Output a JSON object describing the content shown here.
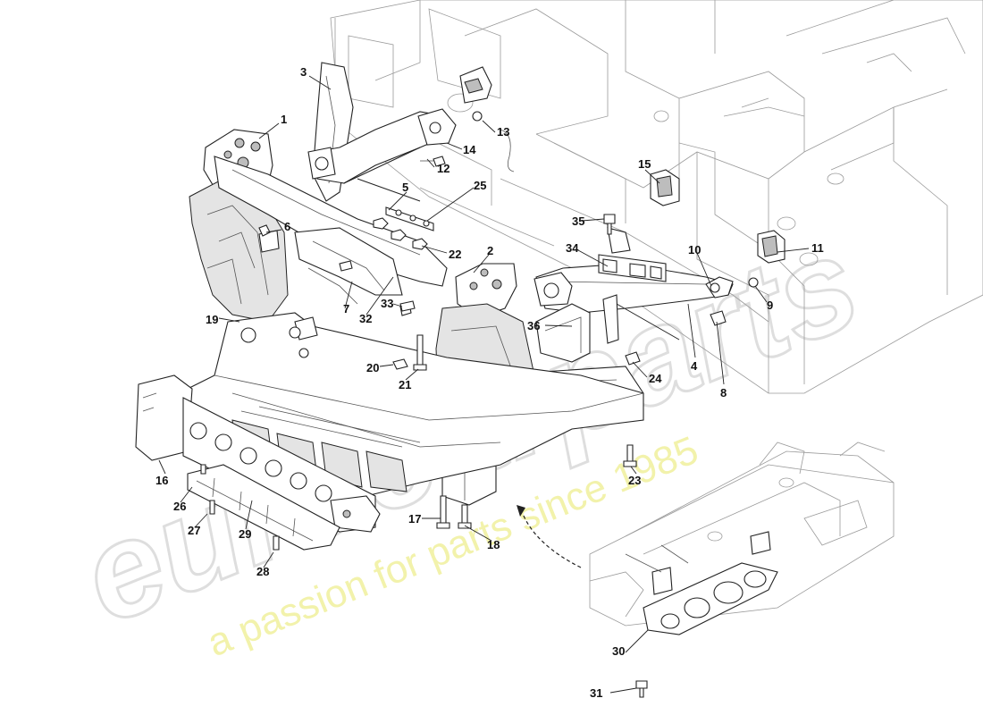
{
  "watermark": {
    "brand_text": "eurocarparts",
    "tagline": "a passion for parts since 1985",
    "brand_color": "#dcdcdc",
    "tagline_color": "#f3f3a0"
  },
  "callouts": [
    "1",
    "2",
    "3",
    "4",
    "5",
    "6",
    "7",
    "8",
    "9",
    "10",
    "11",
    "12",
    "13",
    "14",
    "15",
    "16",
    "17",
    "18",
    "19",
    "20",
    "21",
    "22",
    "23",
    "24",
    "25",
    "26",
    "27",
    "28",
    "29",
    "30",
    "31",
    "32",
    "33",
    "34",
    "35",
    "36"
  ],
  "line_color": "#222222"
}
